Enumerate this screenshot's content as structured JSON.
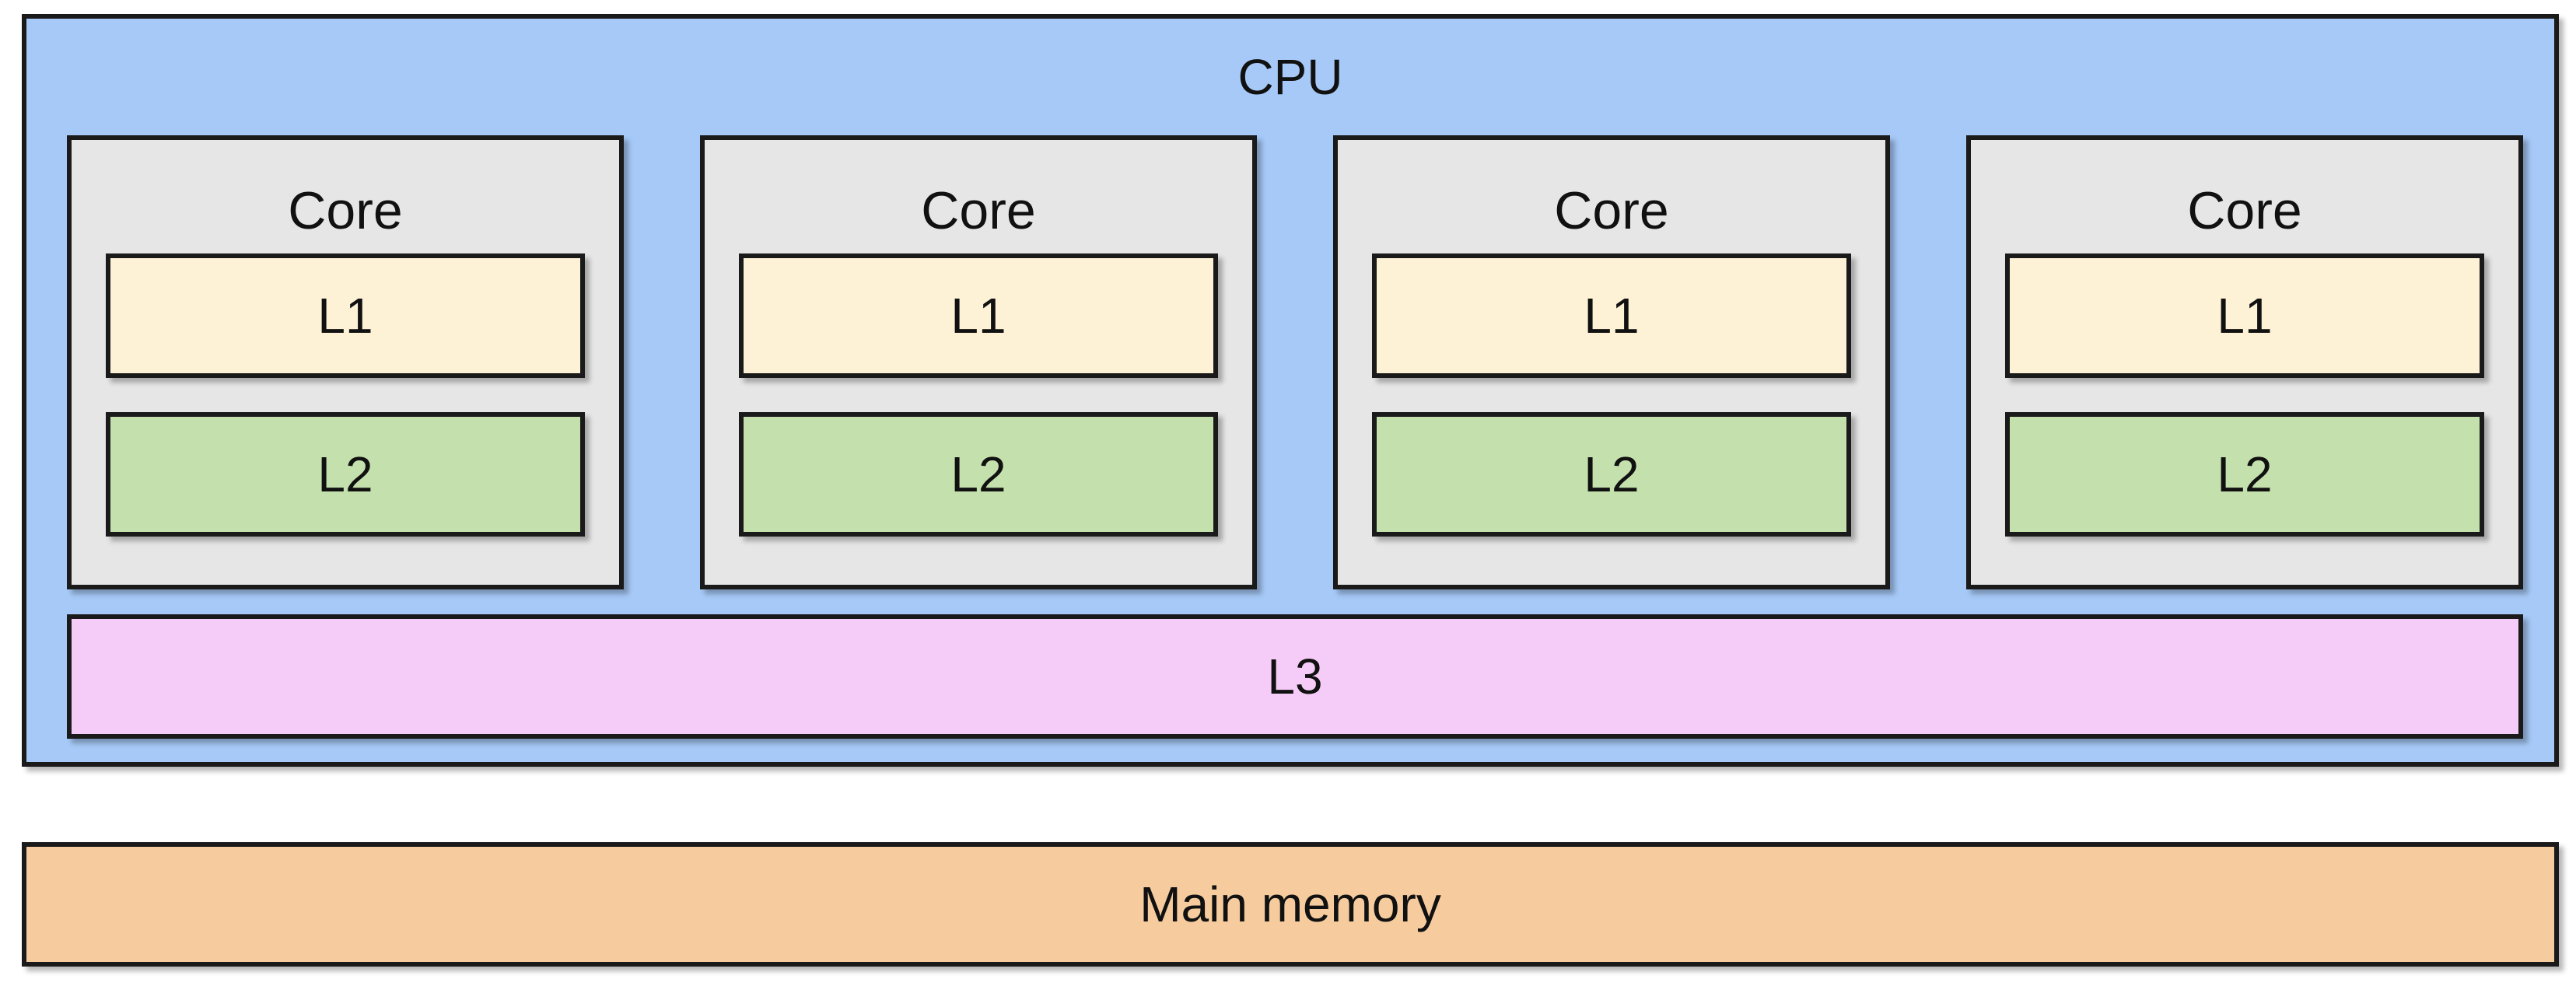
{
  "cpu": {
    "label": "CPU",
    "cores": [
      {
        "label": "Core",
        "l1": "L1",
        "l2": "L2"
      },
      {
        "label": "Core",
        "l1": "L1",
        "l2": "L2"
      },
      {
        "label": "Core",
        "l1": "L1",
        "l2": "L2"
      },
      {
        "label": "Core",
        "l1": "L1",
        "l2": "L2"
      }
    ],
    "l3": "L3"
  },
  "main_memory": {
    "label": "Main memory"
  },
  "colors": {
    "cpu": "#a6c9f7",
    "core": "#e6e6e6",
    "l1": "#fdf2d6",
    "l2": "#c4e0ac",
    "l3": "#f5ccf7",
    "main_memory": "#f6cc9e",
    "border": "#1a1a1a"
  }
}
